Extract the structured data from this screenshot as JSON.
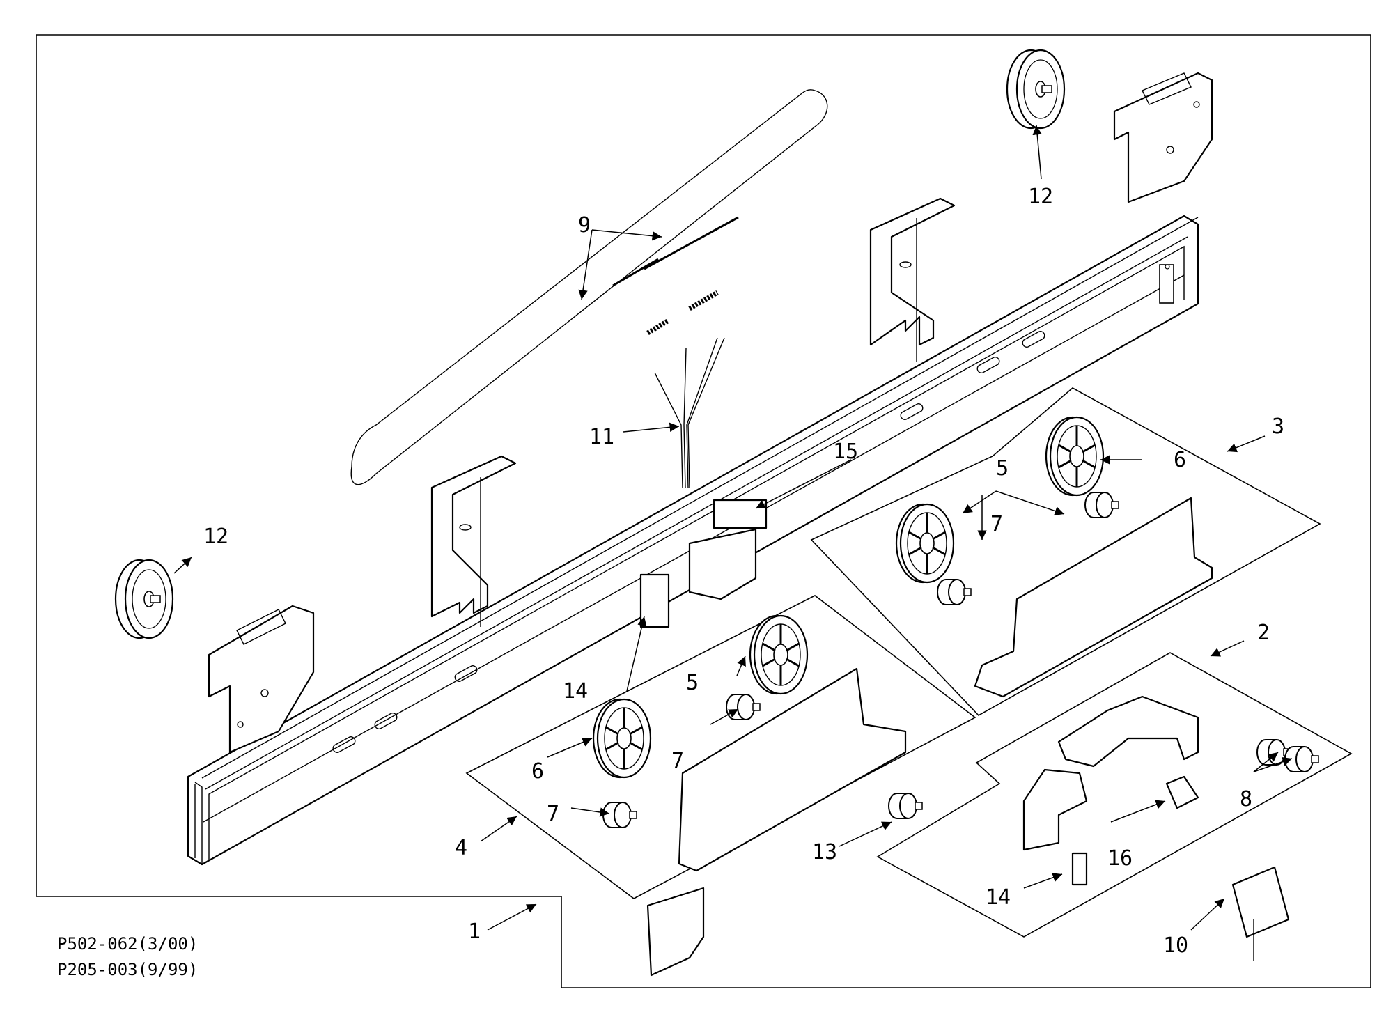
{
  "drawing_numbers": [
    "P502-062(3/00)",
    "P205-003(9/99)"
  ],
  "callouts": {
    "c1": "1",
    "c2": "2",
    "c3": "3",
    "c4": "4",
    "c5a": "5",
    "c5b": "5",
    "c6a": "6",
    "c6b": "6",
    "c7a": "7",
    "c7b": "7",
    "c7c": "7",
    "c8": "8",
    "c9": "9",
    "c10": "10",
    "c11": "11",
    "c12a": "12",
    "c12b": "12",
    "c13": "13",
    "c14a": "14",
    "c14b": "14",
    "c15": "15",
    "c16": "16"
  }
}
